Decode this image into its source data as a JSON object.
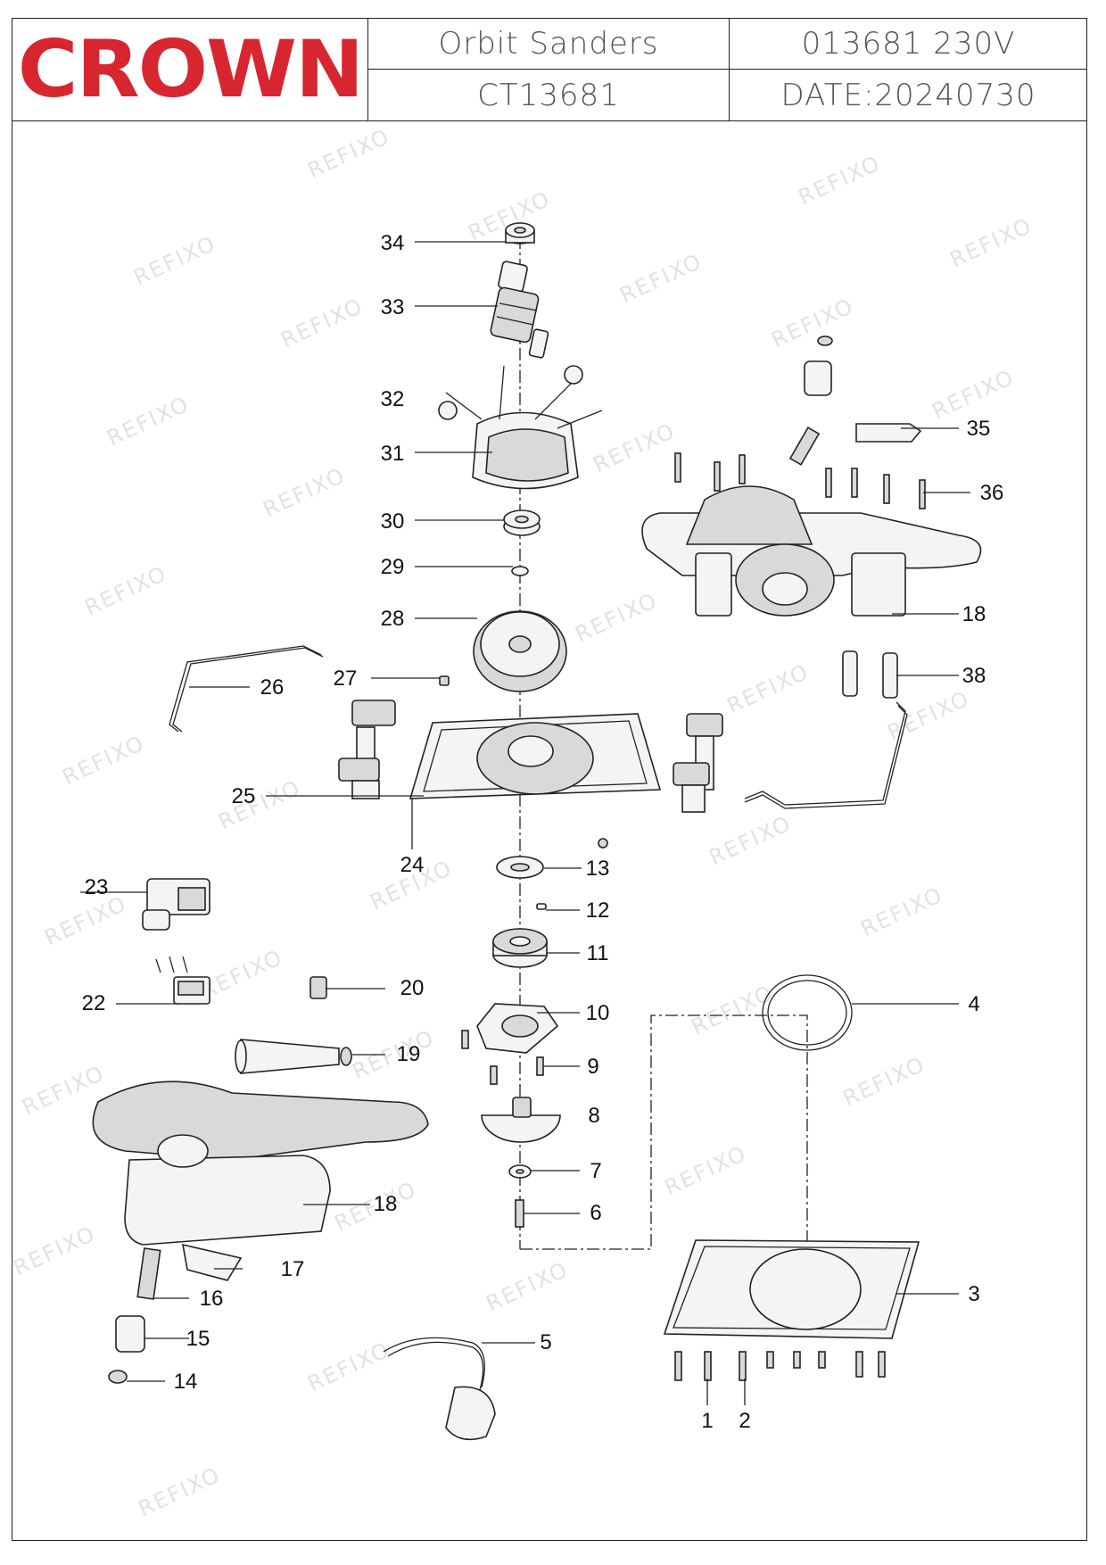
{
  "header": {
    "brand": "CROWN",
    "product_name": "Orbit  Sanders",
    "model": "CT13681",
    "code_voltage": "013681  230V",
    "date": "DATE:20240730"
  },
  "watermark": "REFIXO",
  "colors": {
    "brand_red": "#d7262f",
    "line": "#222222",
    "header_text": "#555555"
  },
  "part_labels": [
    "1",
    "2",
    "3",
    "4",
    "5",
    "6",
    "7",
    "8",
    "9",
    "10",
    "11",
    "12",
    "13",
    "14",
    "15",
    "16",
    "17",
    "18",
    "18",
    "19",
    "20",
    "22",
    "23",
    "24",
    "25",
    "26",
    "27",
    "28",
    "29",
    "30",
    "31",
    "32",
    "33",
    "34",
    "35",
    "36",
    "38"
  ]
}
